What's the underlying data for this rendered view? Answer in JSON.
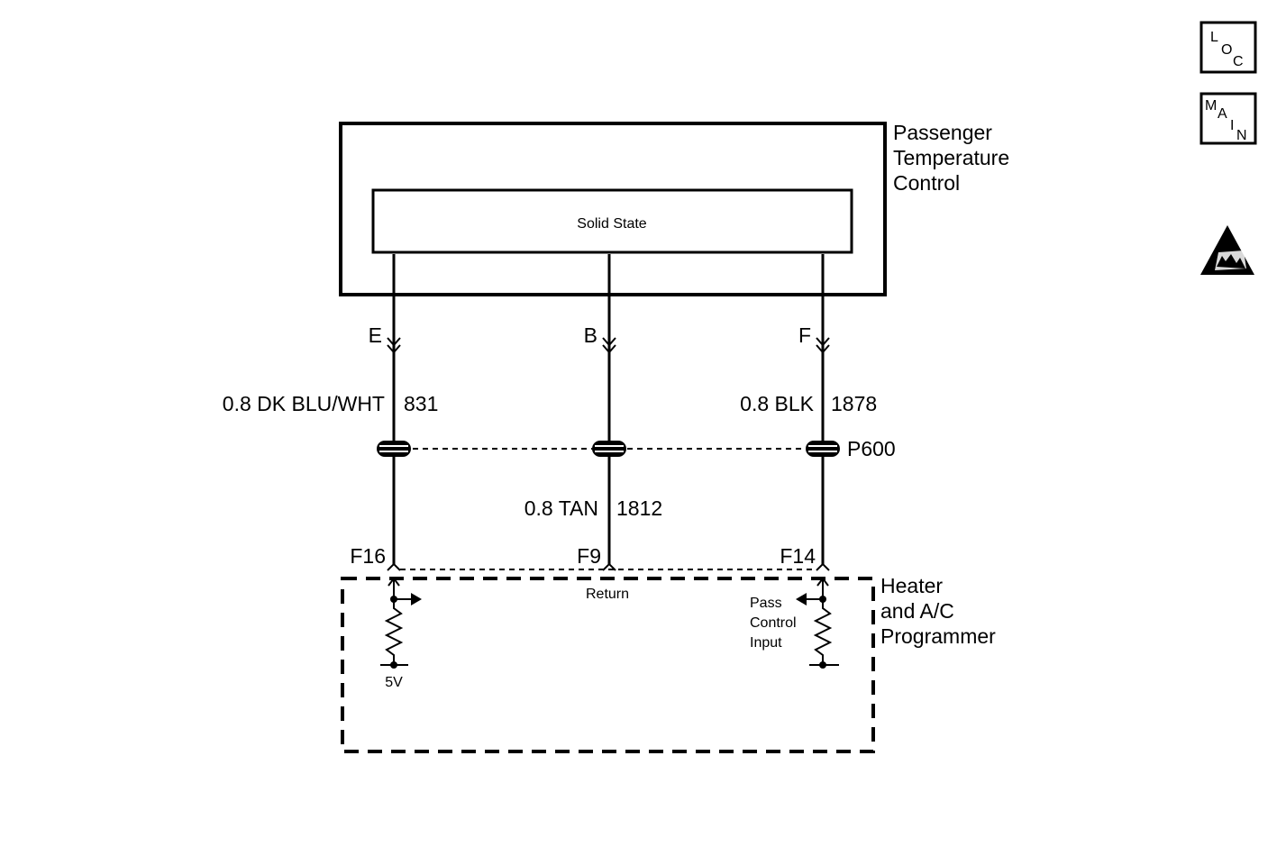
{
  "nav": {
    "loc": {
      "letters": [
        "L",
        "O",
        "C"
      ],
      "icon": "loc-icon"
    },
    "main": {
      "letters": [
        "M",
        "A",
        "I",
        "N"
      ],
      "icon": "main-icon"
    },
    "esd_icon": "esd-warning-icon"
  },
  "components": {
    "ptc": {
      "name_lines": [
        "Passenger",
        "Temperature",
        "Control"
      ],
      "inner": "Solid State"
    },
    "programmer": {
      "name_lines": [
        "Heater",
        "and A/C",
        "Programmer"
      ]
    }
  },
  "top_pins": [
    "E",
    "B",
    "F"
  ],
  "wires": [
    {
      "spec": "0.8 DK BLU/WHT",
      "circuit": "831"
    },
    {
      "spec": "0.8 BLK",
      "circuit": "1878"
    },
    {
      "spec": "0.8 TAN",
      "circuit": "1812"
    }
  ],
  "connector": "P600",
  "bottom_pins": [
    "F16",
    "F9",
    "F14"
  ],
  "internal": {
    "return_label": "Return",
    "voltage": "5V",
    "pass_input_lines": [
      "Pass",
      "Control",
      "Input"
    ]
  }
}
